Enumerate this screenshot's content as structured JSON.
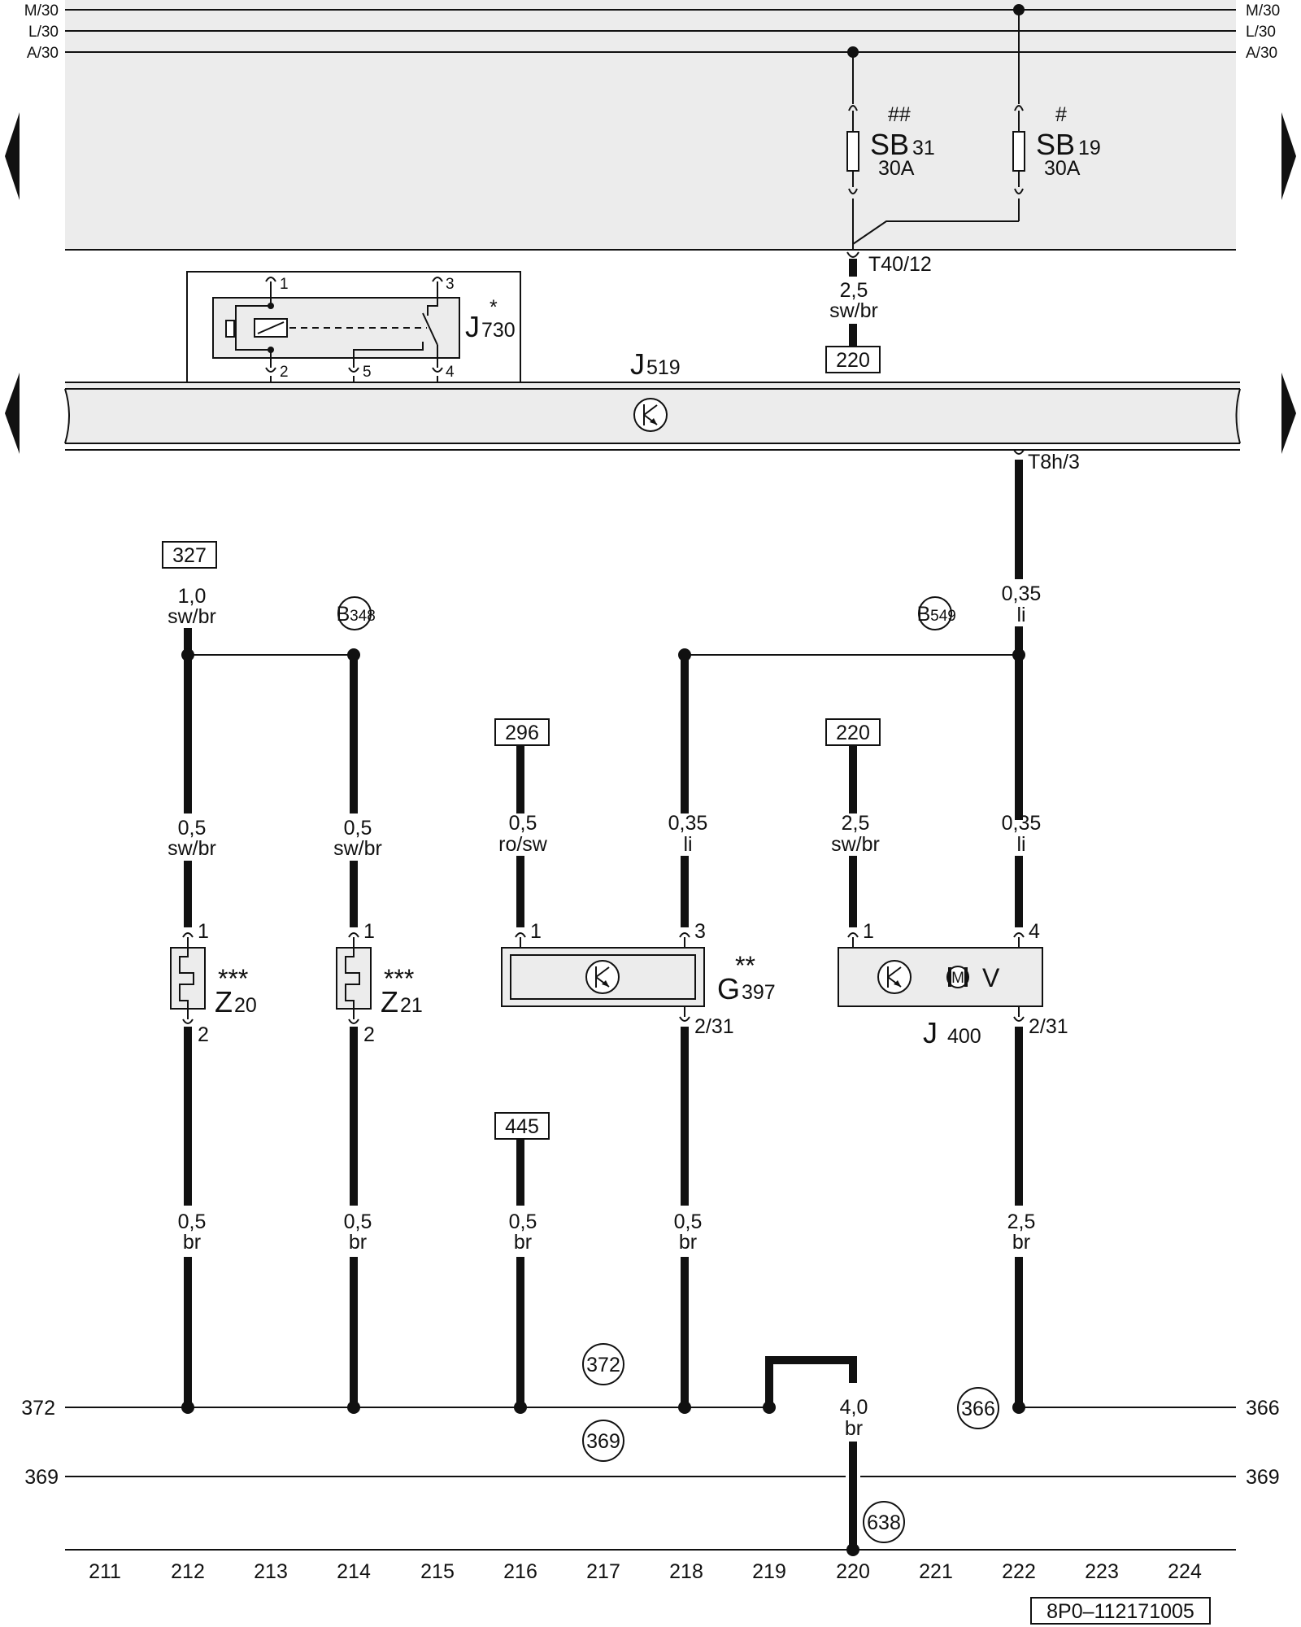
{
  "rails": {
    "top": [
      {
        "left": "M/30",
        "right": "M/30"
      },
      {
        "left": "L/30",
        "right": "L/30"
      },
      {
        "left": "A/30",
        "right": "A/30"
      }
    ],
    "bottom": [
      {
        "left": "372",
        "right": "366"
      },
      {
        "left": "369",
        "right": "369"
      }
    ]
  },
  "fuses": [
    {
      "mark": "##",
      "name": "SB",
      "sub": "31",
      "rating": "30A"
    },
    {
      "mark": "#",
      "name": "SB",
      "sub": "19",
      "rating": "30A"
    }
  ],
  "connectors": {
    "t40": "T40/12",
    "t8h": "T8h/3"
  },
  "modules": {
    "j519": {
      "name": "J",
      "sub": "519"
    },
    "j730": {
      "name": "J",
      "sub": "730",
      "mark": "*",
      "pins": [
        "1",
        "3",
        "2",
        "5",
        "4"
      ]
    },
    "g397": {
      "name": "G",
      "sub": "397",
      "mark": "**",
      "pins": [
        "1",
        "3",
        "2/31"
      ]
    },
    "j400": {
      "name": "J",
      "sub": "400",
      "pins": [
        "1",
        "4",
        "2/31"
      ],
      "motor": "M",
      "v": "V"
    },
    "z20": {
      "name": "Z",
      "sub": "20",
      "mark": "***",
      "pins": [
        "1",
        "2"
      ]
    },
    "z21": {
      "name": "Z",
      "sub": "21",
      "mark": "***",
      "pins": [
        "1",
        "2"
      ]
    }
  },
  "refs": [
    "220",
    "327",
    "296",
    "220",
    "445"
  ],
  "branches": [
    {
      "name": "B",
      "sub": "348"
    },
    {
      "name": "B",
      "sub": "549"
    }
  ],
  "circles": [
    "372",
    "369",
    "366",
    "638"
  ],
  "wires": {
    "w_top": {
      "size": "2,5",
      "color": "sw/br"
    },
    "w327": {
      "size": "1,0",
      "color": "sw/br"
    },
    "wt8h": {
      "size": "0,35",
      "color": "li"
    },
    "z20_up": {
      "size": "0,5",
      "color": "sw/br"
    },
    "z21_up": {
      "size": "0,5",
      "color": "sw/br"
    },
    "g1_up": {
      "size": "0,5",
      "color": "ro/sw"
    },
    "g3_up": {
      "size": "0,35",
      "color": "li"
    },
    "j1_up": {
      "size": "2,5",
      "color": "sw/br"
    },
    "j4_up": {
      "size": "0,35",
      "color": "li"
    },
    "z20_dn": {
      "size": "0,5",
      "color": "br"
    },
    "z21_dn": {
      "size": "0,5",
      "color": "br"
    },
    "r445_dn": {
      "size": "0,5",
      "color": "br"
    },
    "g_dn": {
      "size": "0,5",
      "color": "br"
    },
    "j_dn": {
      "size": "2,5",
      "color": "br"
    },
    "ground": {
      "size": "4,0",
      "color": "br"
    }
  },
  "axis": [
    "211",
    "212",
    "213",
    "214",
    "215",
    "216",
    "217",
    "218",
    "219",
    "220",
    "221",
    "222",
    "223",
    "224"
  ],
  "doc_code": "8P0–112171005",
  "colors": {
    "shade": "#ececec",
    "ink": "#111111"
  }
}
